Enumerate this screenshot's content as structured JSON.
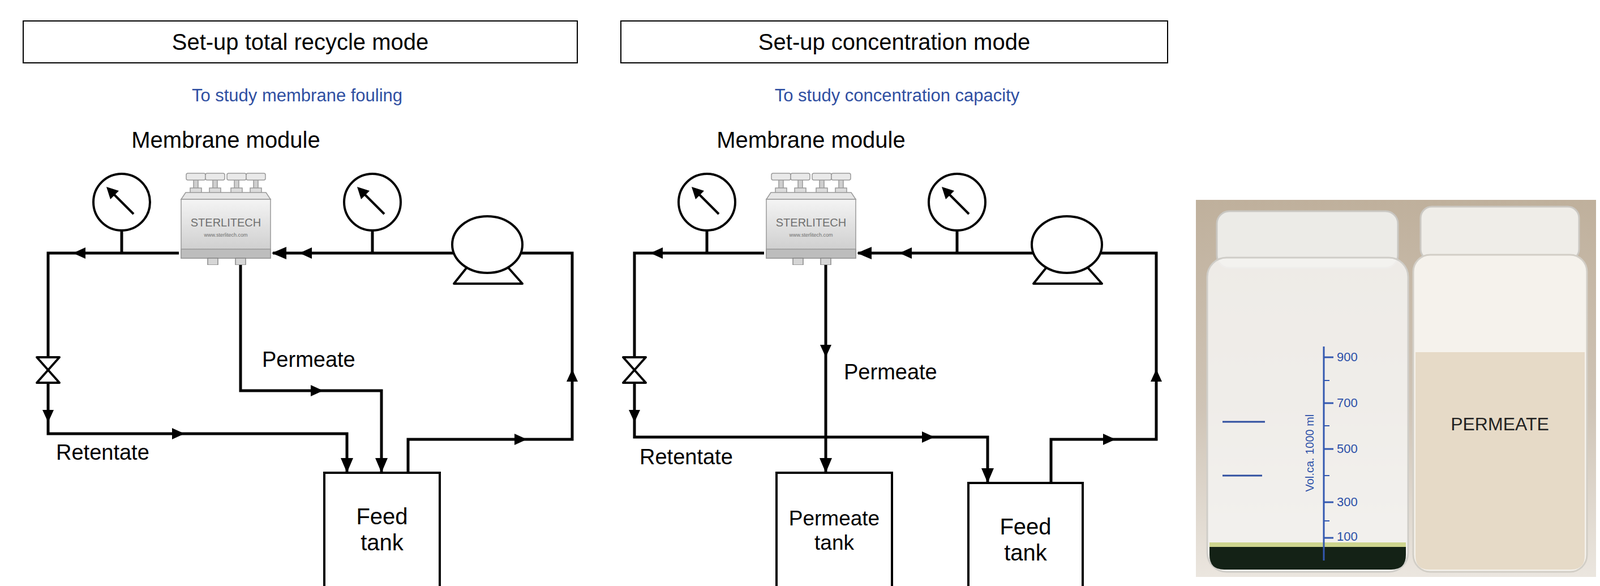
{
  "diagram": {
    "nodes": [
      {
        "text": [
          "Set-up total recycle mode"
        ]
      },
      {
        "text": [
          "Membrane module"
        ]
      },
      {
        "text": [
          "Feed tank"
        ]
      },
      {
        "text": [
          "Set-up concentration mode"
        ]
      },
      {
        "text": [
          "Membrane module"
        ]
      },
      {
        "text": [
          "Permeate tank"
        ]
      },
      {
        "text": [
          "Feed tank"
        ]
      }
    ],
    "edges": [
      {
        "from": 1,
        "to": 2,
        "arrow": "to",
        "label": "Permeate"
      },
      {
        "from": 1,
        "to": 2,
        "arrow": "to",
        "label": "Retentate"
      },
      {
        "from": 2,
        "to": 1,
        "arrow": "to"
      },
      {
        "from": 4,
        "to": 5,
        "arrow": "to",
        "label": "Permeate"
      },
      {
        "from": 4,
        "to": 6,
        "arrow": "to",
        "label": "Retentate"
      },
      {
        "from": 6,
        "to": 4,
        "arrow": "to"
      }
    ],
    "labels": [
      "To study membrane fouling",
      "STERLITECH",
      "www.sterlitech.com",
      "To study concentration capacity",
      "STERLITECH",
      "www.sterlitech.com",
      "900",
      "700",
      "500",
      "300",
      "100",
      "Vol.ca. 1000 ml",
      "PERMEATE"
    ]
  }
}
